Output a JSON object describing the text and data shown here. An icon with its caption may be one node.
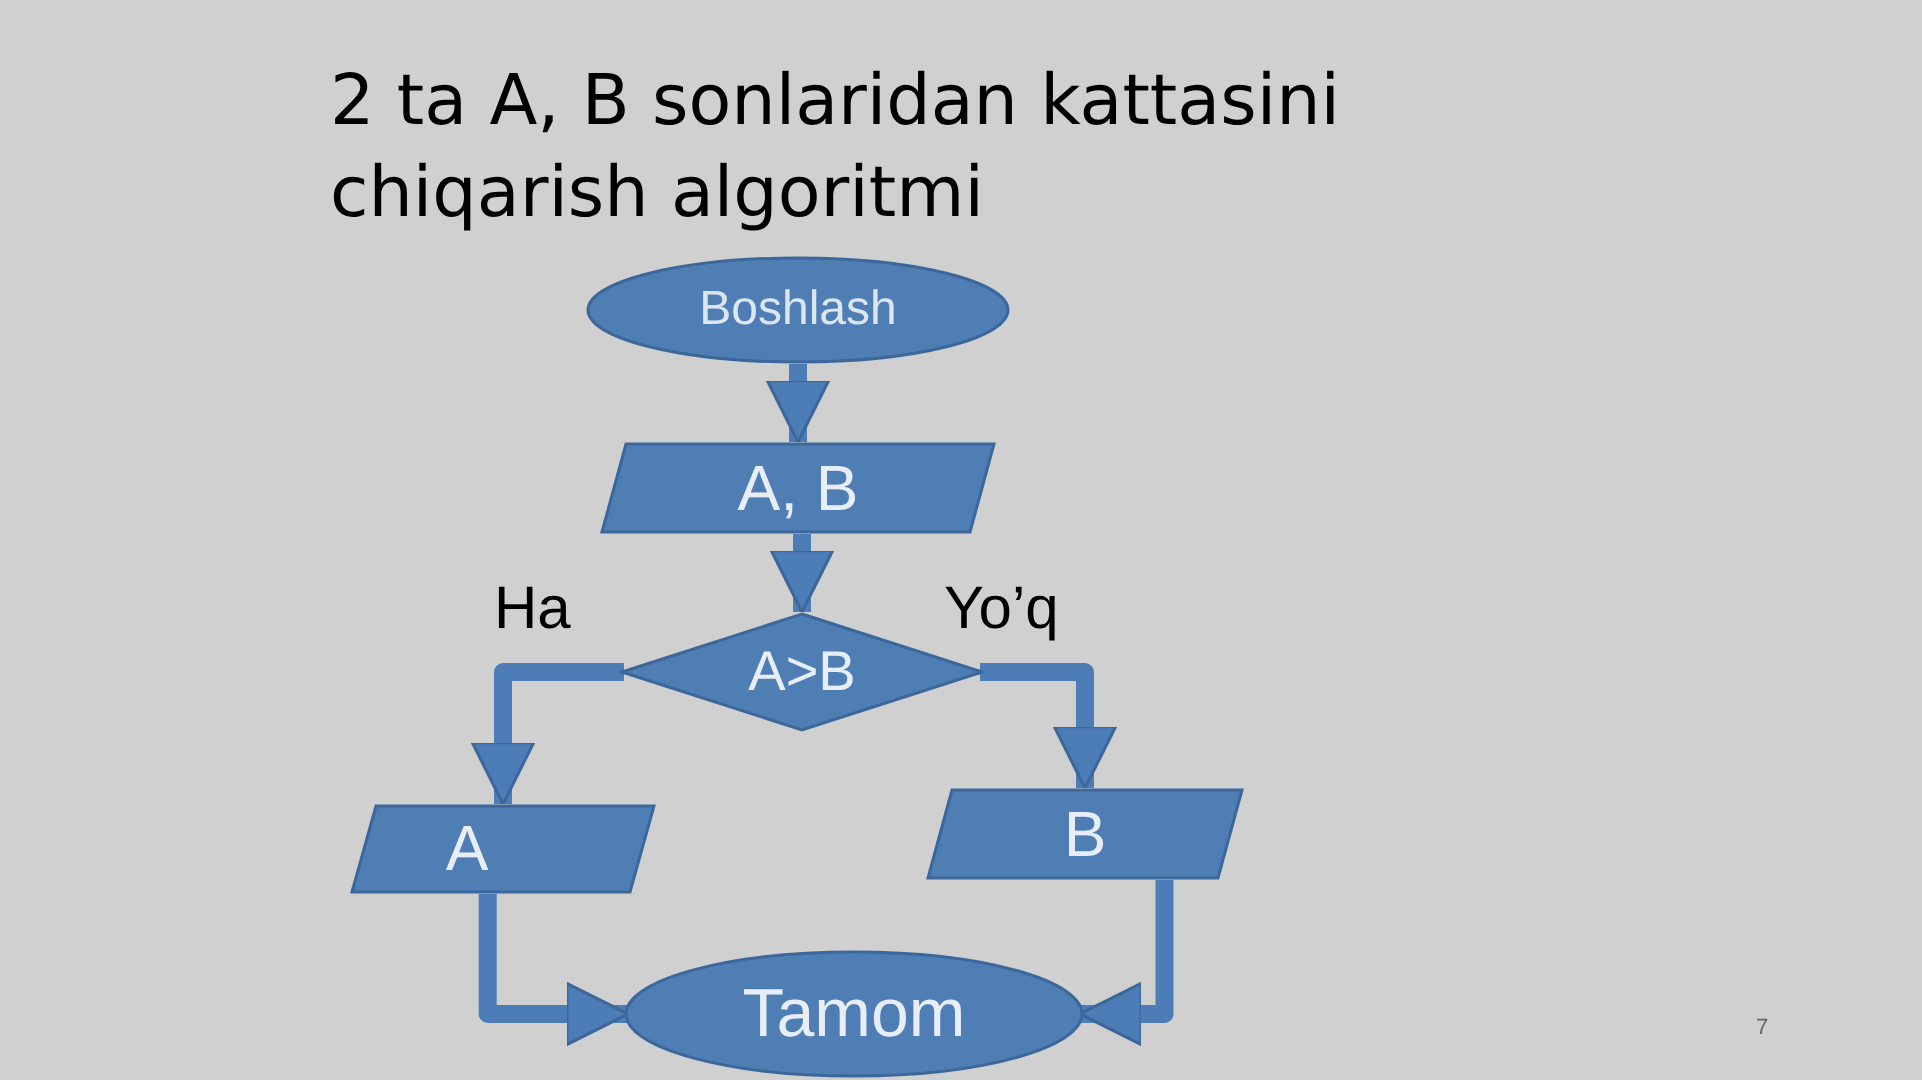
{
  "diagram": {
    "title": "2 ta A, B sonlaridan kattasini chiqarish algoritmi",
    "nodes": [
      {
        "text": [
          "Boshlash"
        ]
      },
      {
        "text": [
          "A, B"
        ]
      },
      {
        "text": [
          "A>B"
        ]
      },
      {
        "text": [
          "A"
        ]
      },
      {
        "text": [
          "B"
        ]
      },
      {
        "text": [
          "Tamom"
        ]
      }
    ],
    "edges": [
      {
        "from": 0,
        "to": 1,
        "arrow": "to"
      },
      {
        "from": 1,
        "to": 2,
        "arrow": "to"
      },
      {
        "from": 2,
        "to": 3,
        "arrow": "to",
        "label": "Ha"
      },
      {
        "from": 2,
        "to": 4,
        "arrow": "to",
        "label": "Yo’q"
      },
      {
        "from": 3,
        "to": 5,
        "arrow": "to"
      },
      {
        "from": 4,
        "to": 5,
        "arrow": "to"
      }
    ],
    "labels": [
      "7"
    ]
  }
}
